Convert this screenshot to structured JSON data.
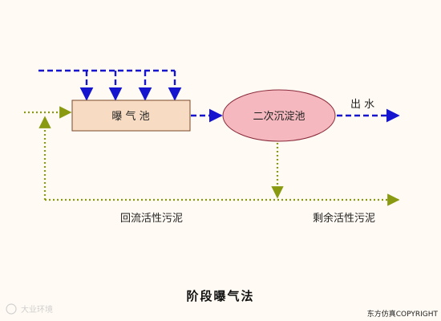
{
  "diagram": {
    "aeration_tank_label": "曝 气 池",
    "secondary_clarifier_label": "二次沉淀池",
    "effluent_label": "出  水",
    "return_sludge_label": "回流活性污泥",
    "excess_sludge_label": "剩余活性污泥",
    "title": "阶段曝气法",
    "copyright": "东方仿真COPYRIGHT",
    "watermark": "大业环境"
  },
  "colors": {
    "air_line": "#1515d0",
    "sludge_line": "#8a9a10",
    "tank_fill": "#f7dcc3",
    "tank_border": "#7a4a2a",
    "clarifier_fill": "#f4b8be",
    "clarifier_border": "#8a2a3a",
    "background": "#fffaf3"
  }
}
